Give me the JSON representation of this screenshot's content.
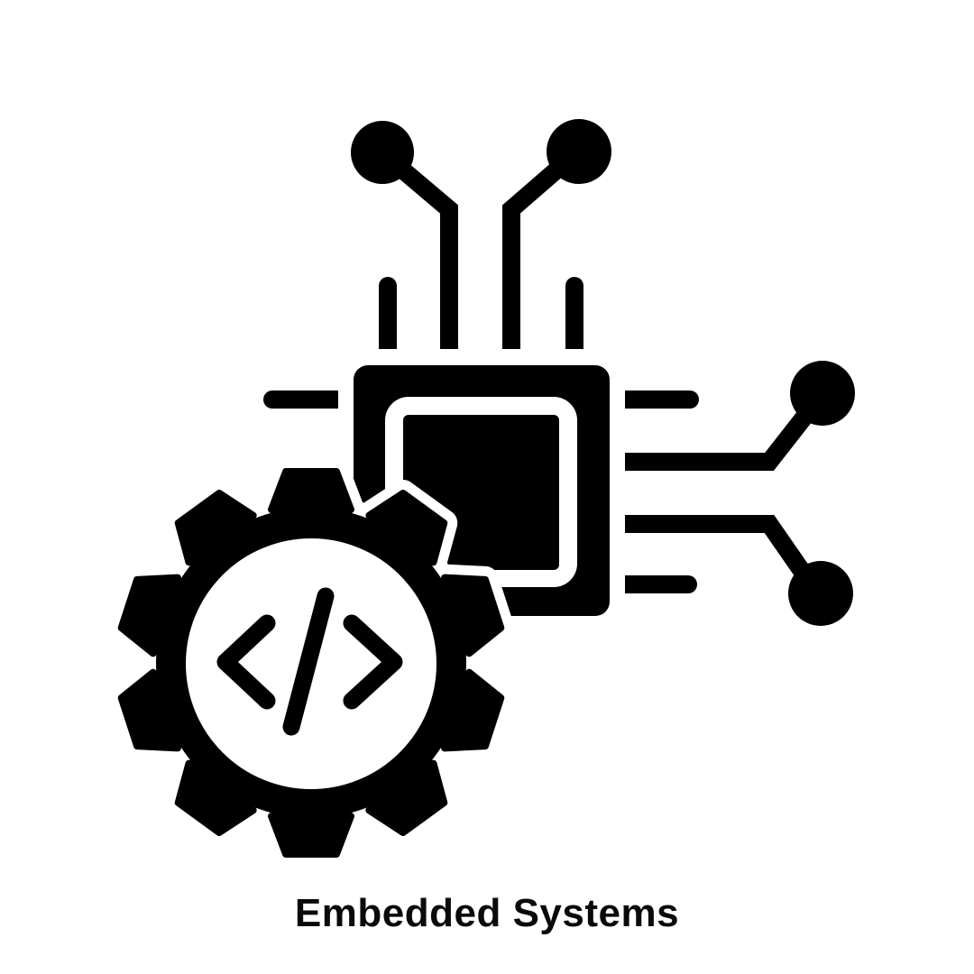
{
  "colors": {
    "ink": "#000000",
    "paper": "#ffffff"
  },
  "icon": {
    "name": "embedded-systems-icon",
    "parts": [
      "chip-icon",
      "gear-icon",
      "code-icon",
      "circuit-trace",
      "connection-node"
    ]
  },
  "caption": {
    "label": "Embedded Systems"
  }
}
